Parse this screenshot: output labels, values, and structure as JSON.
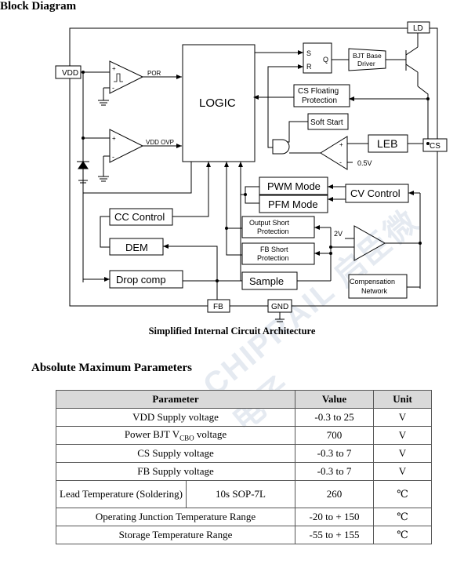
{
  "headings": {
    "block_diagram": "Block Diagram",
    "abs_max": "Absolute Maximum Parameters"
  },
  "caption": "Simplified Internal Circuit Architecture",
  "diagram": {
    "logic": "LOGIC",
    "vdd": "VDD",
    "ld": "LD",
    "cs": "CS",
    "fb": "FB",
    "gnd": "GND",
    "por": "POR",
    "vdd_ovp": "VDD OVP",
    "sr_s": "S",
    "sr_r": "R",
    "sr_q": "Q",
    "bjt_driver": [
      "BJT Base",
      "Driver"
    ],
    "cs_floating": [
      "CS Floating",
      "Protection"
    ],
    "soft_start": "Soft Start",
    "leb": "LEB",
    "ref_05": "0.5V",
    "pwm_mode": "PWM Mode",
    "pfm_mode": "PFM Mode",
    "cv_control": "CV Control",
    "cc_control": "CC Control",
    "output_short": [
      "Output Short",
      "Protection"
    ],
    "fb_short": [
      "FB Short",
      "Protection"
    ],
    "ref_2v": "2V",
    "dem": "DEM",
    "drop_comp": "Drop comp",
    "sample": "Sample",
    "compensation": [
      "Compensation",
      "Network"
    ],
    "plus": "+",
    "minus": "-"
  },
  "table": {
    "headers": [
      "Parameter",
      "Value",
      "Unit"
    ],
    "rows": [
      {
        "param": "VDD Supply voltage",
        "value": "-0.3 to 25",
        "unit": "V"
      },
      {
        "param_pre": "Power BJT V",
        "param_sub": "CBO",
        "param_post": " voltage",
        "value": "700",
        "unit": "V"
      },
      {
        "param": "CS Supply voltage",
        "value": "-0.3 to 7",
        "unit": "V"
      },
      {
        "param": "FB Supply voltage",
        "value": "-0.3 to 7",
        "unit": "V"
      },
      {
        "param_a": "Lead Temperature (Soldering)",
        "param_b": "10s SOP-7L",
        "value": "260",
        "unit": "℃"
      },
      {
        "param": "Operating Junction Temperature Range",
        "value": "-20 to + 150",
        "unit": "℃"
      },
      {
        "param": "Storage Temperature Range",
        "value": "-55 to + 155",
        "unit": "℃"
      }
    ]
  },
  "watermark": "CHIPRAIL 启臣微电子"
}
